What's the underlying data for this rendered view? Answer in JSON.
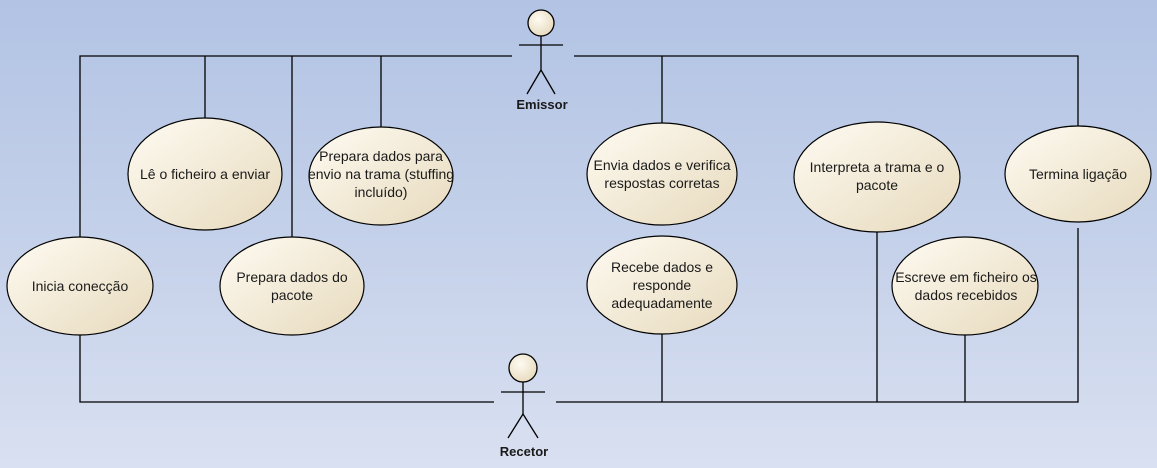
{
  "actors": {
    "emissor": "Emissor",
    "recetor": "Recetor"
  },
  "use_cases": [
    "Inicia conecção",
    "Lê o ficheiro a enviar",
    "Prepara dados do pacote",
    "Prepara dados para envio na trama (stuffing incluído)",
    "Envia dados e verifica respostas corretas",
    "Recebe dados e responde adequadamente",
    "Interpreta a trama e o pacote",
    "Escreve em ficheiro os dados recebidos",
    "Termina ligação"
  ],
  "colors": {
    "ellipse_light": "#fdf8ec",
    "ellipse_dark": "#e8dcc0",
    "line": "#000000"
  }
}
